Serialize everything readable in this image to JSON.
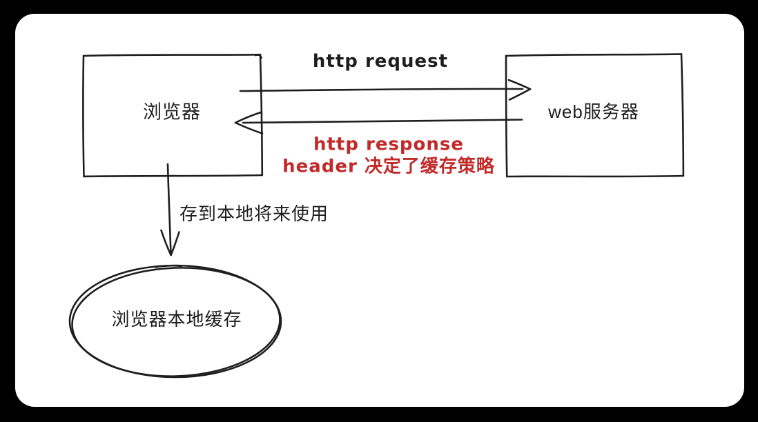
{
  "canvas": {
    "background": "#000000",
    "card_color": "#ffffff",
    "ink_color": "#1e1e1e",
    "accent_red": "#c22a29"
  },
  "diagram": {
    "browser_box": {
      "label": "浏览器"
    },
    "server_box": {
      "label": "web服务器"
    },
    "request_arrow": {
      "label": "http request"
    },
    "response_arrow": {
      "label_line1": "http response",
      "label_line2": "header 决定了缓存策略"
    },
    "save_arrow": {
      "label": "存到本地将来使用"
    },
    "cache_ellipse": {
      "label": "浏览器本地缓存"
    }
  }
}
